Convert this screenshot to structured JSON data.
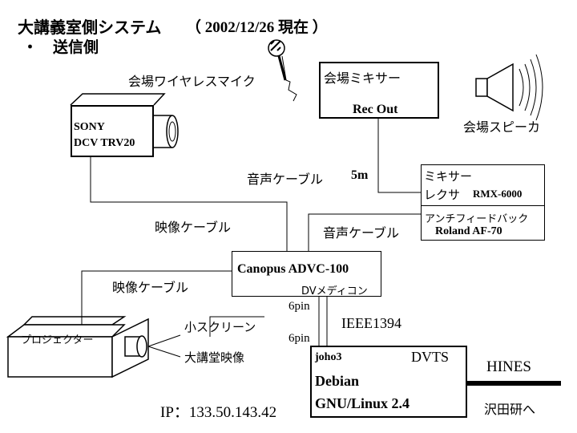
{
  "header": {
    "title": "大講義室側システム",
    "date": "（ 2002/12/26 現在 ）",
    "bullet": "・",
    "subtitle": "送信側"
  },
  "microphone": {
    "label": "会場ワイヤレスマイク"
  },
  "mixer_hall": {
    "label": "会場ミキサー",
    "output": "Rec Out"
  },
  "speaker": {
    "label": "会場スピーカ"
  },
  "camera": {
    "brand": "SONY",
    "model": "DCV TRV20"
  },
  "mixer_rack": {
    "label1": "ミキサー",
    "label2": "レクサ",
    "model": "RMX-6000",
    "feedback_label": "アンチフィードバック",
    "feedback_model": "Roland AF-70"
  },
  "converter": {
    "name": "Canopus ADVC-100",
    "sub": "DVメディコン"
  },
  "projector": {
    "label": "プロジェクター"
  },
  "screen_note": {
    "line1": "小スクリーン",
    "line2": "大講堂映像"
  },
  "server": {
    "host": "joho3",
    "app": "DVTS",
    "os1": "Debian",
    "os2": "GNU/Linux 2.4"
  },
  "cables": {
    "audio_5m_label": "音声ケーブル",
    "audio_5m_length": "5m",
    "video_upper": "映像ケーブル",
    "audio_short": "音声ケーブル",
    "video_lower": "映像ケーブル",
    "pin_top": "6pin",
    "pin_bottom": "6pin",
    "ieee": "IEEE1394"
  },
  "network": {
    "name": "HINES",
    "dest": "沢田研へ"
  },
  "ip": {
    "text": "IP：133.50.143.42"
  }
}
